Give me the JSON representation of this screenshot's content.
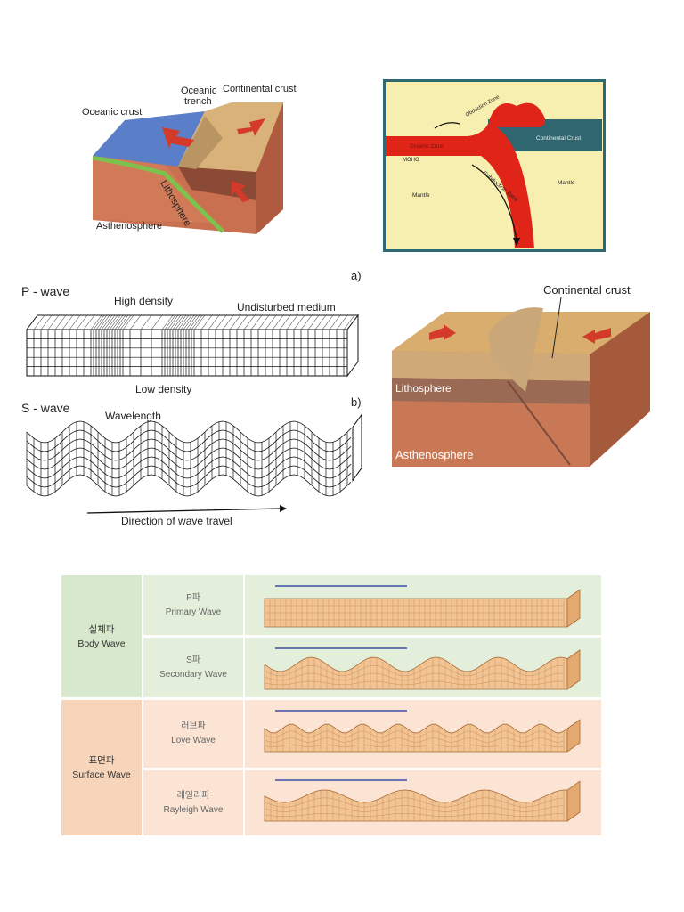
{
  "panel_ocean_continent": {
    "labels": {
      "oceanic_crust": "Oceanic crust",
      "trench_line1": "Oceanic",
      "trench_line2": "trench",
      "continental_crust": "Continental crust",
      "lithosphere": "Lithosphere",
      "asthenosphere": "Asthenosphere"
    }
  },
  "panel_subduction": {
    "labels": {
      "obduction_zone": "Obduction Zone",
      "continental_crust": "Continental Crust",
      "oceanic_crust": "Oceanic Crust",
      "moho": "MOHO",
      "subduction_zone": "Subduction Zone",
      "mantle_left": "Mantle",
      "mantle_right": "Mantle"
    },
    "colors": {
      "plate": "#e02418",
      "mantle": "#f7efb0",
      "continent": "#2f6670",
      "border": "#2e6a72"
    }
  },
  "panel_waves": {
    "a_label": "a)",
    "b_label": "b)",
    "p_title": "P - wave",
    "high_density": "High density",
    "undisturbed": "Undisturbed medium",
    "low_density": "Low density",
    "s_title": "S - wave",
    "wavelength": "Wavelength",
    "direction": "Direction of wave travel"
  },
  "panel_continent_collision": {
    "labels": {
      "continental_crust": "Continental crust",
      "lithosphere": "Lithosphere",
      "asthenosphere": "Asthenosphere"
    }
  },
  "seismic_table": {
    "body": {
      "korean": "실체파",
      "english": "Body Wave",
      "color": "#d8e8cc"
    },
    "surface": {
      "korean": "표면파",
      "english": "Surface Wave",
      "color": "#f7d5bb"
    },
    "rows": [
      {
        "korean": "P파",
        "english": "Primary Wave"
      },
      {
        "korean": "S파",
        "english": "Secondary Wave"
      },
      {
        "korean": "러브파",
        "english": "Love Wave"
      },
      {
        "korean": "레일리파",
        "english": "Rayleigh Wave"
      }
    ]
  }
}
